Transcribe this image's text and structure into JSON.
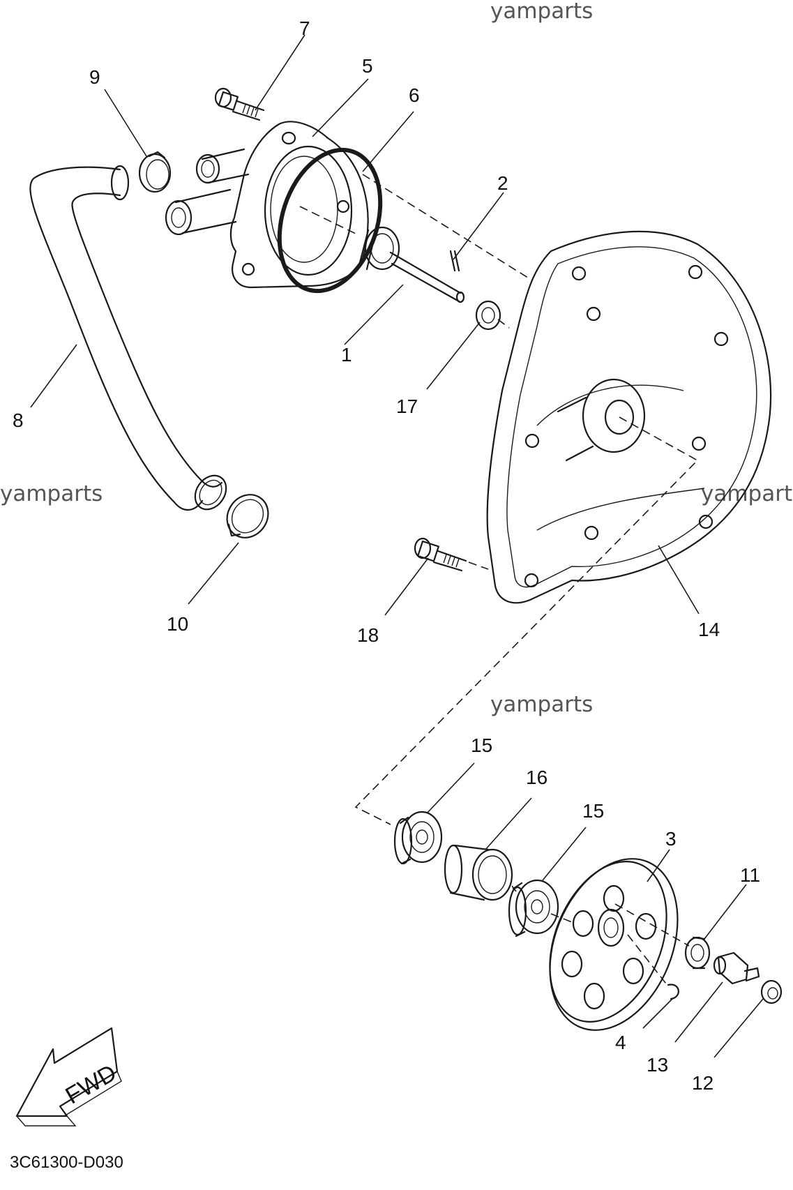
{
  "diagram": {
    "watermarks": [
      "yamparts",
      "yamparts",
      "yamparts",
      "yamparts"
    ],
    "callouts": {
      "c1": "1",
      "c2": "2",
      "c3": "3",
      "c4": "4",
      "c5": "5",
      "c6": "6",
      "c7": "7",
      "c8": "8",
      "c9": "9",
      "c10": "10",
      "c11": "11",
      "c12": "12",
      "c13": "13",
      "c14": "14",
      "c15a": "15",
      "c15b": "15",
      "c16": "16",
      "c17": "17",
      "c18": "18"
    },
    "direction_label": "FWD",
    "reference_code": "3C61300-D030"
  }
}
